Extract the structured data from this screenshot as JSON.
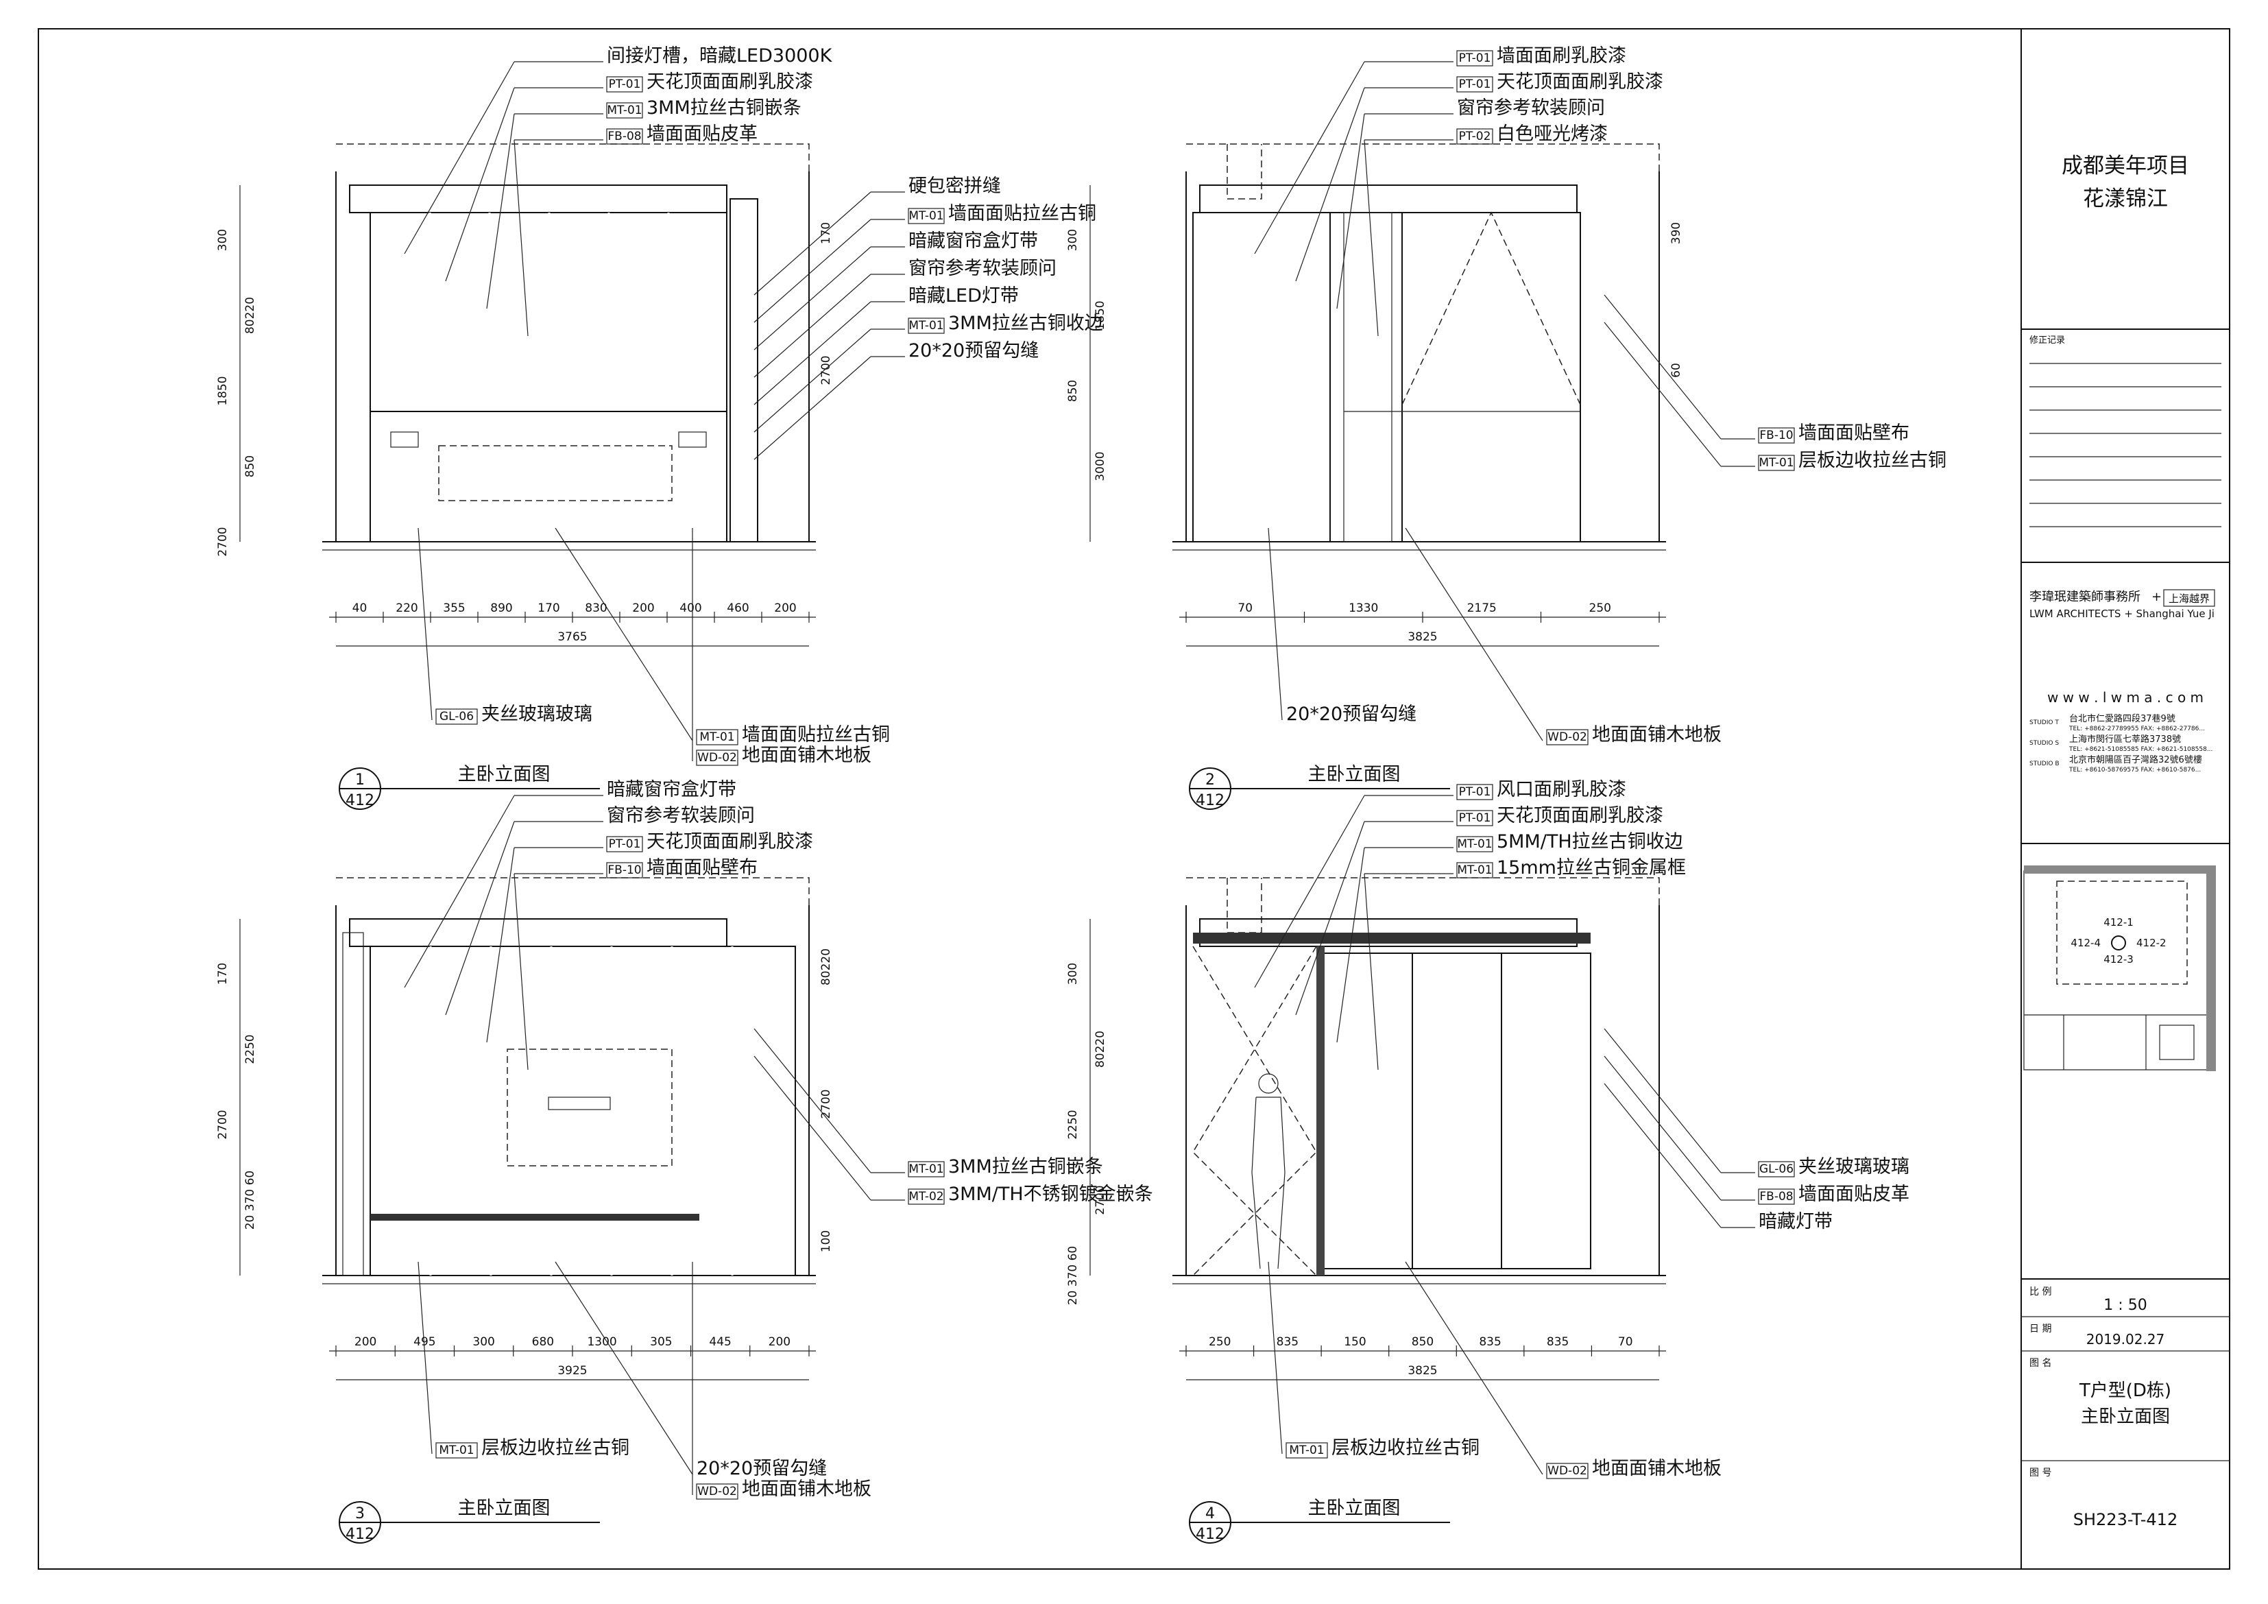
{
  "project": {
    "name": "成都美年项目",
    "subname": "花漾锦江"
  },
  "revision_label": "修正记录",
  "firm": {
    "name_cn": "李瑋珉建築師事務所",
    "partner": "上海越界",
    "name_en": "LWM ARCHITECTS + Shanghai Yue Ji",
    "website": "w w w . l w m a . c o m",
    "studios": [
      {
        "label": "STUDIO T",
        "line1": "台北市仁愛路四段37巷9號",
        "line2": "TEL: +8862-27789955  FAX: +8862-27786..."
      },
      {
        "label": "STUDIO S",
        "line1": "上海市閔行區七莘路3738號",
        "line2": "TEL: +8621-51085585  FAX: +8621-5108558..."
      },
      {
        "label": "STUDIO B",
        "line1": "北京市朝陽區百子灣路32號6號樓",
        "line2": "TEL: +8610-58769575  FAX: +8610-5876..."
      }
    ]
  },
  "keyplan": {
    "labels": [
      "412-1",
      "412-4",
      "412-2",
      "412-3"
    ]
  },
  "scale": {
    "label": "比 例",
    "value": "1 : 50"
  },
  "date": {
    "label": "日 期",
    "value": "2019.02.27"
  },
  "drawing_name": {
    "label": "图 名",
    "line1": "T户型(D栋)",
    "line2": "主卧立面图"
  },
  "drawing_number": {
    "label": "图 号",
    "value": "SH223-T-412"
  },
  "elevations": [
    {
      "num": "1",
      "sheet": "412",
      "title": "主卧立面图",
      "callouts": [
        {
          "tag": "",
          "text": "间接灯槽，暗藏LED3000K"
        },
        {
          "tag": "PT-01",
          "text": "天花顶面面刷乳胶漆"
        },
        {
          "tag": "MT-01",
          "text": "3MM拉丝古铜嵌条"
        },
        {
          "tag": "FB-08",
          "text": "墙面面贴皮革"
        }
      ],
      "right_callouts": [
        {
          "tag": "",
          "text": "硬包密拼缝"
        },
        {
          "tag": "MT-01",
          "text": "墙面面贴拉丝古铜"
        },
        {
          "tag": "",
          "text": "暗藏窗帘盒灯带"
        },
        {
          "tag": "",
          "text": "窗帘参考软装顾问"
        },
        {
          "tag": "",
          "text": "暗藏LED灯带"
        },
        {
          "tag": "MT-01",
          "text": "3MM拉丝古铜收边"
        },
        {
          "tag": "",
          "text": "20*20预留勾缝"
        }
      ],
      "bottom_callouts": [
        {
          "tag": "GL-06",
          "text": "夹丝玻璃玻璃"
        },
        {
          "tag": "MT-01",
          "text": "墙面面贴拉丝古铜"
        },
        {
          "tag": "WD-02",
          "text": "地面面铺木地板"
        }
      ],
      "dims_bottom": [
        "40",
        "220",
        "355",
        "890",
        "170",
        "830",
        "200",
        "400",
        "460",
        "200"
      ],
      "dim_total": "3765",
      "dims_left": [
        "300",
        "80220",
        "1850",
        "850",
        "2700"
      ],
      "dims_right": [
        "170",
        "2700"
      ]
    },
    {
      "num": "2",
      "sheet": "412",
      "title": "主卧立面图",
      "callouts": [
        {
          "tag": "PT-01",
          "text": "墙面面刷乳胶漆"
        },
        {
          "tag": "PT-01",
          "text": "天花顶面面刷乳胶漆"
        },
        {
          "tag": "",
          "text": "窗帘参考软装顾问"
        },
        {
          "tag": "PT-02",
          "text": "白色哑光烤漆"
        }
      ],
      "right_callouts": [
        {
          "tag": "FB-10",
          "text": "墙面面贴壁布"
        },
        {
          "tag": "MT-01",
          "text": "层板边收拉丝古铜"
        }
      ],
      "bottom_callouts": [
        {
          "tag": "",
          "text": "20*20预留勾缝"
        },
        {
          "tag": "WD-02",
          "text": "地面面铺木地板"
        }
      ],
      "dims_bottom": [
        "70",
        "1330",
        "2175",
        "250"
      ],
      "dim_total": "3825",
      "dims_left": [
        "300",
        "1850",
        "850",
        "3000"
      ],
      "dims_right": [
        "390",
        "60"
      ]
    },
    {
      "num": "3",
      "sheet": "412",
      "title": "主卧立面图",
      "callouts": [
        {
          "tag": "",
          "text": "暗藏窗帘盒灯带"
        },
        {
          "tag": "",
          "text": "窗帘参考软装顾问"
        },
        {
          "tag": "PT-01",
          "text": "天花顶面面刷乳胶漆"
        },
        {
          "tag": "FB-10",
          "text": "墙面面贴壁布"
        }
      ],
      "right_callouts": [
        {
          "tag": "MT-01",
          "text": "3MM拉丝古铜嵌条"
        },
        {
          "tag": "MT-02",
          "text": "3MM/TH不锈钢镀金嵌条"
        }
      ],
      "bottom_callouts": [
        {
          "tag": "MT-01",
          "text": "层板边收拉丝古铜"
        },
        {
          "tag": "",
          "text": "20*20预留勾缝"
        },
        {
          "tag": "WD-02",
          "text": "地面面铺木地板"
        }
      ],
      "dims_bottom": [
        "200",
        "495",
        "300",
        "680",
        "1300",
        "305",
        "445",
        "200"
      ],
      "dim_total": "3925",
      "dims_left": [
        "170",
        "2250",
        "2700",
        "20 370 60"
      ],
      "dims_right": [
        "80220",
        "2700",
        "100"
      ]
    },
    {
      "num": "4",
      "sheet": "412",
      "title": "主卧立面图",
      "callouts": [
        {
          "tag": "PT-01",
          "text": "风口面刷乳胶漆"
        },
        {
          "tag": "PT-01",
          "text": "天花顶面面刷乳胶漆"
        },
        {
          "tag": "MT-01",
          "text": "5MM/TH拉丝古铜收边"
        },
        {
          "tag": "MT-01",
          "text": "15mm拉丝古铜金属框"
        }
      ],
      "right_callouts": [
        {
          "tag": "GL-06",
          "text": "夹丝玻璃玻璃"
        },
        {
          "tag": "FB-08",
          "text": "墙面面贴皮革"
        },
        {
          "tag": "",
          "text": "暗藏灯带"
        }
      ],
      "bottom_callouts": [
        {
          "tag": "MT-01",
          "text": "层板边收拉丝古铜"
        },
        {
          "tag": "WD-02",
          "text": "地面面铺木地板"
        }
      ],
      "dims_bottom": [
        "250",
        "835",
        "150",
        "850",
        "835",
        "835",
        "70"
      ],
      "dim_total": "3825",
      "dims_left": [
        "300",
        "80220",
        "2250",
        "2700",
        "20 370 60"
      ],
      "dims_right": []
    }
  ]
}
